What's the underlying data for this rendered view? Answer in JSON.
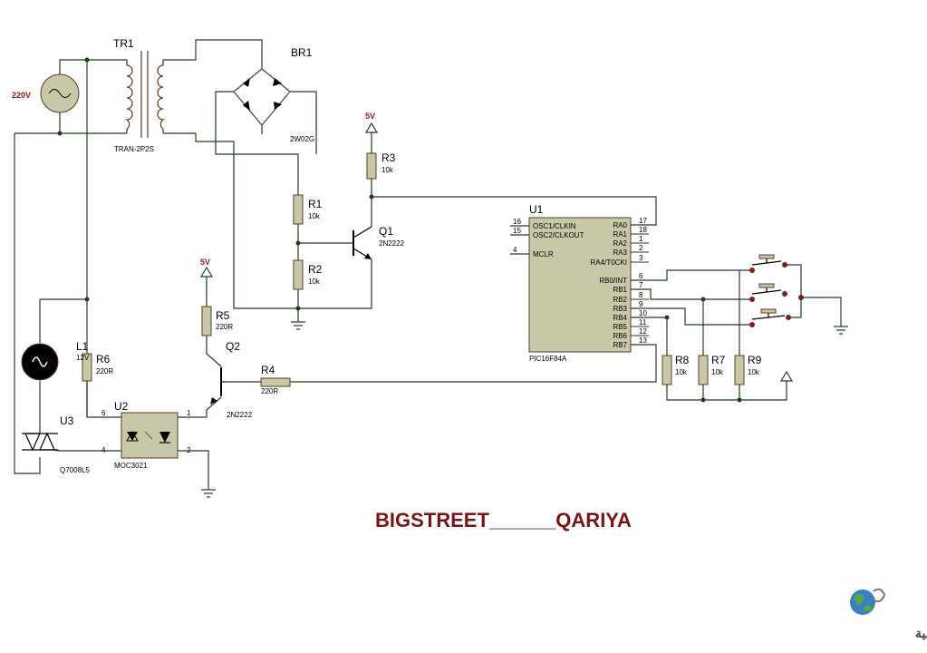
{
  "title": "BIGSTREET______QARIYA",
  "logo_text": "القرية الالكترونية",
  "colors": {
    "wire": "#1e3f1e",
    "component": "#c8c8a8",
    "outline": "#5a3a28",
    "label": "#8b1a1a"
  },
  "source": {
    "label": "220V"
  },
  "tr1": {
    "ref": "TR1",
    "value": "TRAN-2P2S"
  },
  "br1": {
    "ref": "BR1",
    "value": "2W02G"
  },
  "q1": {
    "ref": "Q1",
    "value": "2N2222"
  },
  "q2": {
    "ref": "Q2",
    "value": "2N2222"
  },
  "r1": {
    "ref": "R1",
    "value": "10k"
  },
  "r2": {
    "ref": "R2",
    "value": "10k"
  },
  "r3": {
    "ref": "R3",
    "value": "10k"
  },
  "r4": {
    "ref": "R4",
    "value": "220R"
  },
  "r5": {
    "ref": "R5",
    "value": "220R"
  },
  "r6": {
    "ref": "R6",
    "value": "220R"
  },
  "r7": {
    "ref": "R7",
    "value": "10k"
  },
  "r8": {
    "ref": "R8",
    "value": "10k"
  },
  "r9": {
    "ref": "R9",
    "value": "10k"
  },
  "l1": {
    "ref": "L1",
    "value": "12V"
  },
  "u2": {
    "ref": "U2",
    "value": "MOC3021",
    "pins": [
      "6",
      "4",
      "1",
      "2"
    ]
  },
  "u3": {
    "ref": "U3",
    "value": "Q7008L5"
  },
  "pwr_5v_a": "5V",
  "pwr_5v_b": "5V",
  "u1": {
    "ref": "U1",
    "value": "PIC16F84A",
    "left_pins": [
      {
        "num": "16",
        "name": "OSC1/CLKIN"
      },
      {
        "num": "15",
        "name": "OSC2/CLKOUT"
      },
      {
        "num": "4",
        "name": "MCLR"
      }
    ],
    "right_pins": [
      {
        "num": "17",
        "name": "RA0"
      },
      {
        "num": "18",
        "name": "RA1"
      },
      {
        "num": "1",
        "name": "RA2"
      },
      {
        "num": "2",
        "name": "RA3"
      },
      {
        "num": "3",
        "name": "RA4/T0CKI"
      },
      {
        "num": "6",
        "name": "RB0/INT"
      },
      {
        "num": "7",
        "name": "RB1"
      },
      {
        "num": "8",
        "name": "RB2"
      },
      {
        "num": "9",
        "name": "RB3"
      },
      {
        "num": "10",
        "name": "RB4"
      },
      {
        "num": "11",
        "name": "RB5"
      },
      {
        "num": "12",
        "name": "RB6"
      },
      {
        "num": "13",
        "name": "RB7"
      }
    ]
  }
}
